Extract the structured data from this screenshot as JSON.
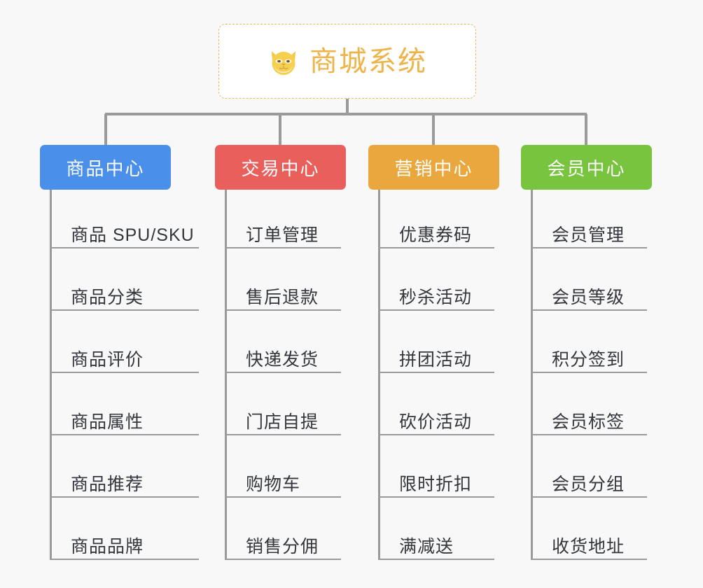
{
  "canvas": {
    "background": "#f8f8f8",
    "line_color": "#9a9a9a"
  },
  "root": {
    "title": "商城系统",
    "icon": "shiba-dog-face-icon",
    "border_color": "#e8b963",
    "text_color": "#eeb349",
    "background": "#ffffff"
  },
  "columns": [
    {
      "id": "product-center",
      "header": "商品中心",
      "color": "#4a90ea",
      "items": [
        "商品 SPU/SKU",
        "商品分类",
        "商品评价",
        "商品属性",
        "商品推荐",
        "商品品牌"
      ]
    },
    {
      "id": "trade-center",
      "header": "交易中心",
      "color": "#e85f5c",
      "items": [
        "订单管理",
        "售后退款",
        "快递发货",
        "门店自提",
        "购物车",
        "销售分佣"
      ]
    },
    {
      "id": "marketing-center",
      "header": "营销中心",
      "color": "#eaa73d",
      "items": [
        "优惠券码",
        "秒杀活动",
        "拼团活动",
        "砍价活动",
        "限时折扣",
        "满减送"
      ]
    },
    {
      "id": "member-center",
      "header": "会员中心",
      "color": "#79c43f",
      "items": [
        "会员管理",
        "会员等级",
        "积分签到",
        "会员标签",
        "会员分组",
        "收货地址"
      ]
    }
  ]
}
